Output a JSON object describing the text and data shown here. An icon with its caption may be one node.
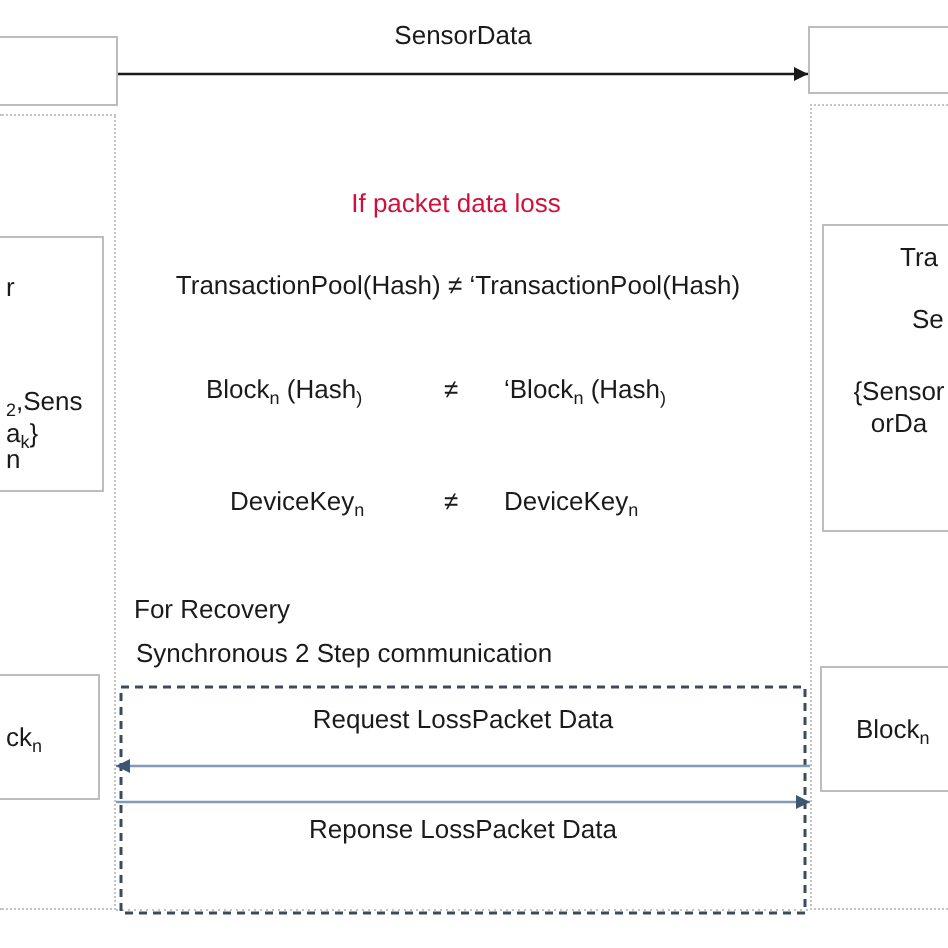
{
  "diagram": {
    "nodes": [
      {
        "text": [],
        "shape": "box"
      },
      {
        "text": [],
        "shape": "box"
      },
      {
        "text": [],
        "shape": "box"
      },
      {
        "text": [
          "r",
          "$_{2}$,Sens a$_{k}$}",
          "n"
        ],
        "in": 2
      },
      {
        "text": [
          "ck$_{n}$"
        ],
        "in": 2
      },
      {
        "text": [],
        "shape": "box"
      },
      {
        "text": [
          "Tra",
          "Se",
          "{Sensor orDa"
        ],
        "in": 5
      },
      {
        "text": [
          "Block$_{n}$"
        ],
        "in": 5
      }
    ],
    "edges": [
      {
        "from": 0,
        "to": 1,
        "arrow": "to",
        "label": "SensorData",
        "color": "#1a1a1a"
      },
      {
        "from": 5,
        "to": 2,
        "arrow": "to",
        "label": "Request LossPacket Data"
      },
      {
        "from": 2,
        "to": 5,
        "arrow": "to",
        "label": "Reponse LossPacket Data"
      }
    ],
    "labels": [
      "If packet data loss",
      "TransactionPool(Hash) ≠ ‘TransactionPool(Hash)",
      "Block$_{n}$ (Hash$_{)}$",
      "≠",
      "‘Block$_{n}$ (Hash$_{)}$",
      "DeviceKey$_{n}$",
      "≠",
      "DeviceKey$_{n}$",
      "For Recovery",
      "Synchronous 2 Step communication"
    ]
  }
}
